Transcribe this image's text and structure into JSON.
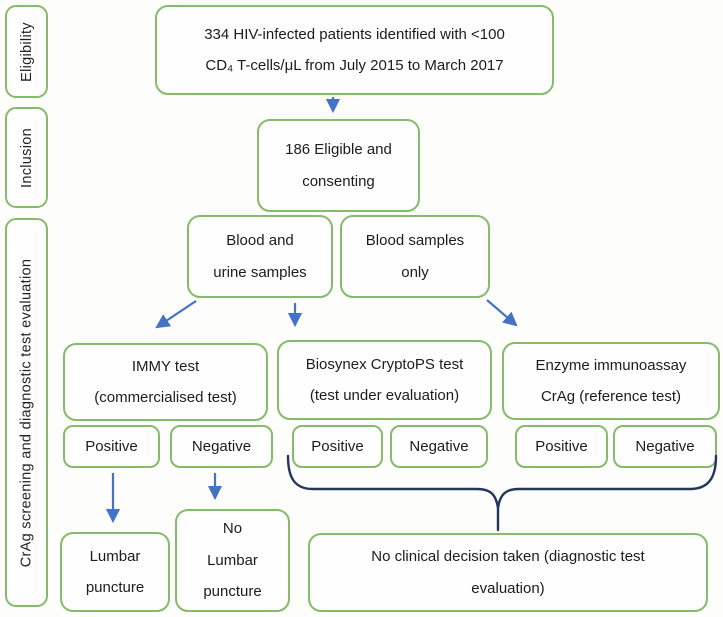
{
  "colors": {
    "box_border": "#85BB6A",
    "arrow": "#4472C4",
    "brace": "#24365F",
    "text": "#1c1c1c",
    "background": "#fdfdfb"
  },
  "sidebar": {
    "sections": [
      {
        "label": "Eligibility"
      },
      {
        "label": "Inclusion"
      },
      {
        "label": "CrAg screening and diagnostic test evaluation"
      }
    ]
  },
  "flow": {
    "identified": {
      "line1": "334 HIV-infected patients identified with <100",
      "line2": "CD₄ T-cells/μL from July 2015 to March 2017"
    },
    "eligible": {
      "line1": "186 Eligible and",
      "line2": "consenting"
    },
    "blood_urine": {
      "line1": "Blood and",
      "line2": "urine samples"
    },
    "blood_only": {
      "line1": "Blood samples",
      "line2": "only"
    },
    "tests": {
      "immy": {
        "line1": "IMMY test",
        "line2": "(commercialised test)"
      },
      "biosynex": {
        "line1": "Biosynex CryptoPS test",
        "line2": "(test under evaluation)"
      },
      "eia": {
        "line1": "Enzyme immunoassay",
        "line2": "CrAg (reference test)"
      }
    },
    "results": {
      "immy_positive": "Positive",
      "immy_negative": "Negative",
      "biosynex_positive": "Positive",
      "biosynex_negative": "Negative",
      "eia_positive": "Positive",
      "eia_negative": "Negative"
    },
    "outcomes": {
      "lumbar_puncture": {
        "line1": "Lumbar",
        "line2": "puncture"
      },
      "no_lumbar_puncture": {
        "line1": "No",
        "line2": "Lumbar",
        "line3": "puncture"
      },
      "no_decision": "No clinical decision taken (diagnostic test evaluation)"
    }
  }
}
